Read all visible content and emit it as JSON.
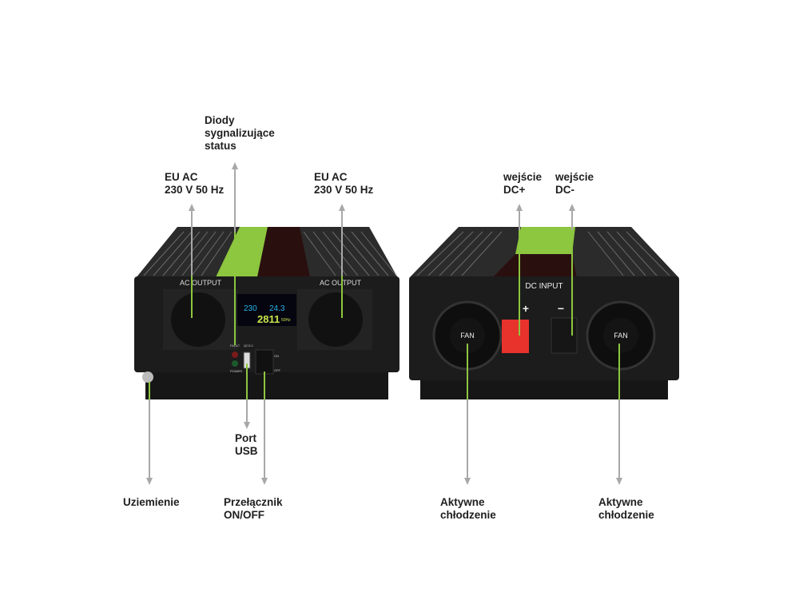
{
  "labels": {
    "status_leds": "Diody\nsygnalizujące\nstatus",
    "eu_ac_left": "EU AC\n230 V 50 Hz",
    "eu_ac_right": "EU AC\n230 V 50 Hz",
    "dc_plus": "wejście\nDC+",
    "dc_minus": "wejście\nDC-",
    "usb_port": "Port\nUSB",
    "ground": "Uziemienie",
    "switch": "Przełącznik\nON/OFF",
    "cooling_left": "Aktywne\nchłodzenie",
    "cooling_right": "Aktywne\nchłodzenie"
  },
  "device_front": {
    "ac_output_left": "AC OUTPUT",
    "ac_output_right": "AC OUTPUT",
    "display_ac": "230",
    "display_dc": "24.3",
    "display_power": "2811",
    "display_hz": "50Hz",
    "fault": "FAULT",
    "power": "POWER",
    "usb": "QC3.0",
    "on": "ON",
    "off": "OFF"
  },
  "device_back": {
    "dc_input": "DC INPUT",
    "plus": "+",
    "minus": "−",
    "fan_left": "FAN",
    "fan_right": "FAN"
  },
  "colors": {
    "accent_green": "#8dc63f",
    "arrow_gray": "#a8a8a8",
    "body": "#1c1c1c",
    "terminal_red": "#e8322c"
  }
}
